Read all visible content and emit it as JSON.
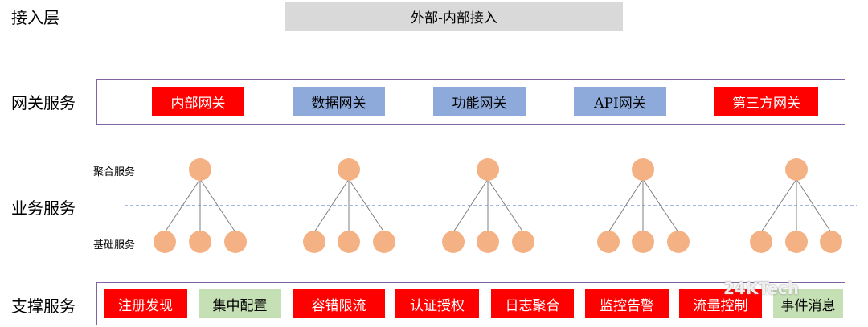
{
  "access_layer": {
    "label": "接入层",
    "bar": "外部-内部接入"
  },
  "gateway_layer": {
    "label": "网关服务",
    "gateways": [
      {
        "label": "内部网关",
        "color": "#ff0000"
      },
      {
        "label": "数据网关",
        "color": "#8eaadb"
      },
      {
        "label": "功能网关",
        "color": "#8eaadb"
      },
      {
        "label": "API网关",
        "color": "#8eaadb"
      },
      {
        "label": "第三方网关",
        "color": "#ff0000"
      }
    ]
  },
  "business_layer": {
    "label": "业务服务",
    "aggregate_label": "聚合服务",
    "base_label": "基础服务",
    "node_color": "#f4b183"
  },
  "support_layer": {
    "label": "支撑服务",
    "services": [
      {
        "label": "注册发现",
        "color": "#ff0000"
      },
      {
        "label": "集中配置",
        "color": "#c5e0b4"
      },
      {
        "label": "容错限流",
        "color": "#ff0000"
      },
      {
        "label": "认证授权",
        "color": "#ff0000"
      },
      {
        "label": "日志聚合",
        "color": "#ff0000"
      },
      {
        "label": "监控告警",
        "color": "#ff0000"
      },
      {
        "label": "流量控制",
        "color": "#ff0000"
      },
      {
        "label": "事件消息",
        "color": "#c5e0b4"
      }
    ]
  },
  "watermark": "24KTech"
}
